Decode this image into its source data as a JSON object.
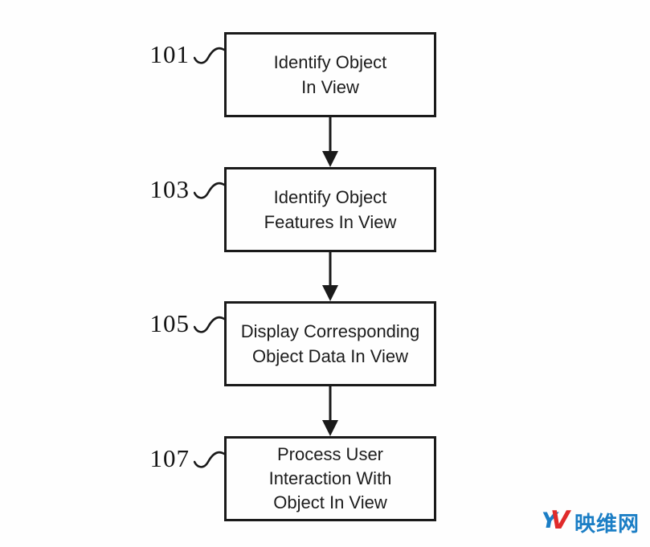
{
  "figure": {
    "type": "flowchart",
    "steps": [
      {
        "ref": "101",
        "lines": [
          "Identify Object",
          "In View"
        ]
      },
      {
        "ref": "103",
        "lines": [
          "Identify Object",
          "Features In View"
        ]
      },
      {
        "ref": "105",
        "lines": [
          "Display Corresponding",
          "Object Data In View"
        ]
      },
      {
        "ref": "107",
        "lines": [
          "Process User",
          "Interaction With",
          "Object In View"
        ]
      }
    ],
    "connections": [
      {
        "from": "101",
        "to": "103"
      },
      {
        "from": "103",
        "to": "105"
      },
      {
        "from": "105",
        "to": "107"
      }
    ]
  },
  "colors": {
    "line": "#1a1a1a",
    "watermark_blue": "#1b7ec5",
    "watermark_red": "#e02b2b"
  },
  "watermark": {
    "logo_y": "Y",
    "logo_v": "V",
    "site_name": "映维网"
  }
}
